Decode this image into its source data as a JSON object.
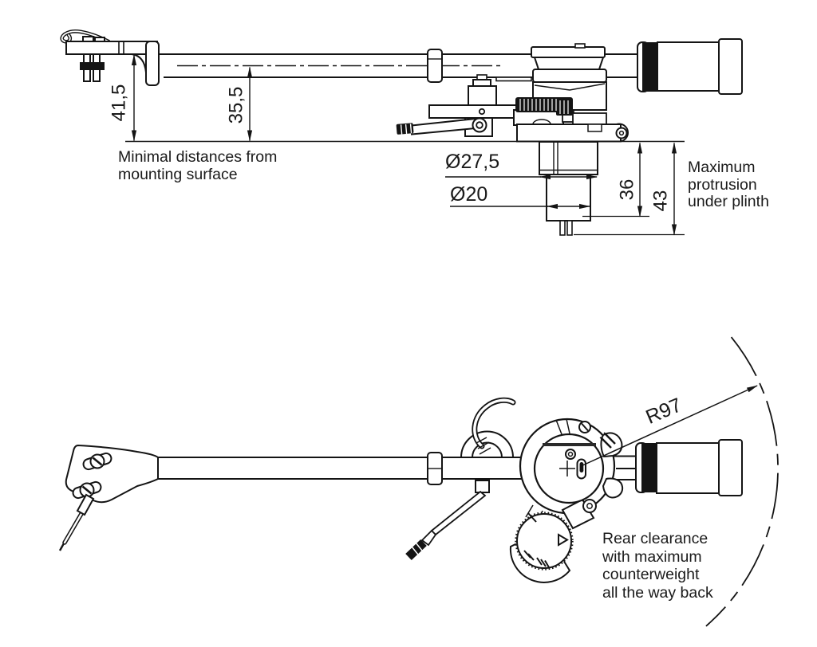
{
  "colors": {
    "background": "#ffffff",
    "ink": "#141414"
  },
  "top_view": {
    "dims": {
      "height_arm_top": "41,5",
      "height_centerline": "35,5",
      "diameter_collar": "Ø27,5",
      "diameter_shaft": "Ø20",
      "protrusion_shaft": "36",
      "protrusion_total": "43"
    },
    "caption_mounting": [
      "Minimal distances from",
      "mounting surface"
    ],
    "caption_protrusion": [
      "Maximum",
      "protrusion",
      "under plinth"
    ]
  },
  "bottom_view": {
    "dims": {
      "rear_clearance_radius": "R97"
    },
    "caption_clearance": [
      "Rear clearance",
      "with maximum",
      "counterweight",
      "all the way back"
    ]
  }
}
